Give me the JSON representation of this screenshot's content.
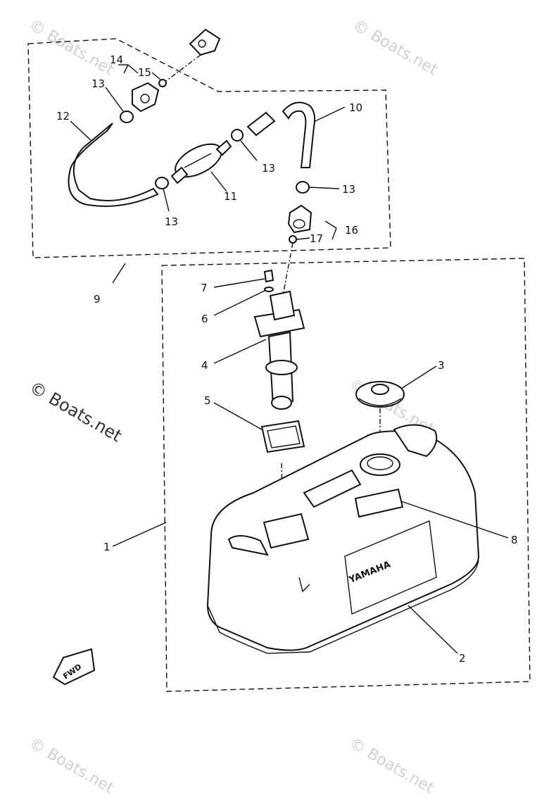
{
  "watermark": {
    "text_small": "© Boats.net",
    "text_large": "© Boats.net"
  },
  "callouts": {
    "c1": "1",
    "c2": "2",
    "c3": "3",
    "c4": "4",
    "c5": "5",
    "c6": "6",
    "c7": "7",
    "c8": "8",
    "c9": "9",
    "c10": "10",
    "c11": "11",
    "c12": "12",
    "c13a": "13",
    "c13b": "13",
    "c13c": "13",
    "c13d": "13",
    "c14": "14",
    "c15": "15",
    "c16": "16",
    "c17": "17"
  },
  "tank_brand": "YAMAHA",
  "fwd_label": "FWD"
}
